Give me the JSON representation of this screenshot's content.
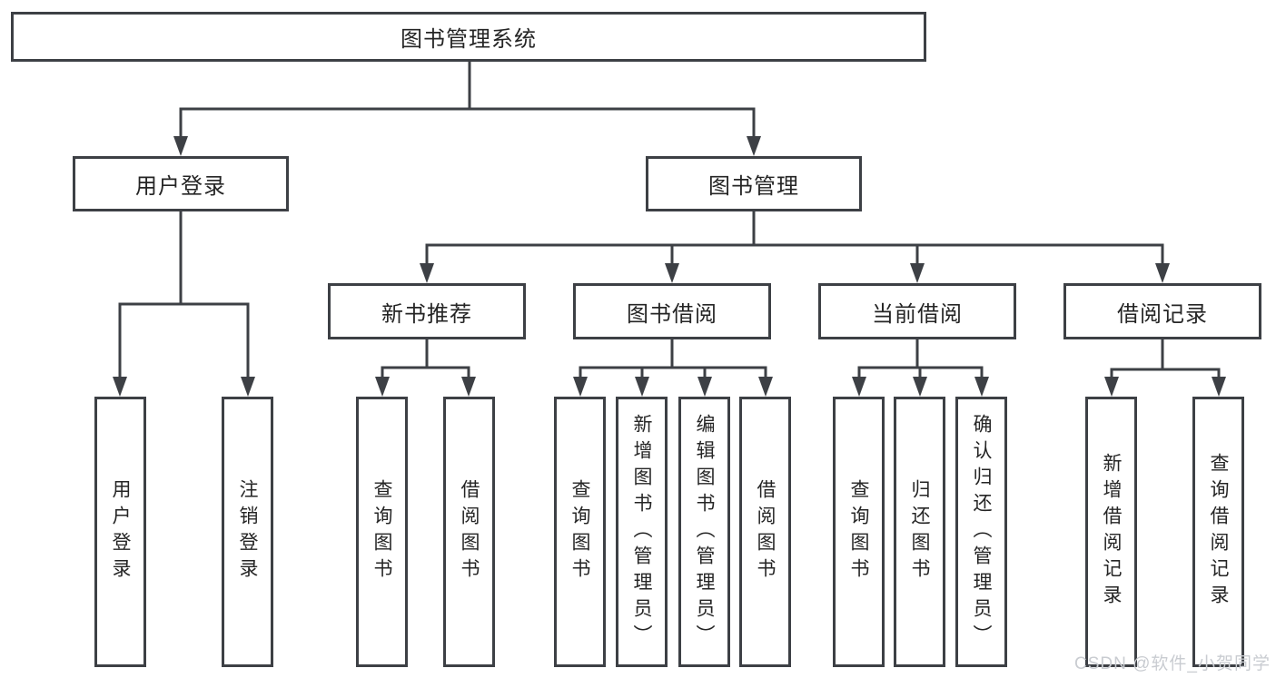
{
  "diagram": {
    "root": {
      "label": "图书管理系统"
    },
    "branches": [
      {
        "label": "用户登录",
        "children": [
          {
            "label": "用户登录"
          },
          {
            "label": "注销登录"
          }
        ]
      },
      {
        "label": "图书管理",
        "children": [
          {
            "label": "新书推荐",
            "children": [
              {
                "label": "查询图书"
              },
              {
                "label": "借阅图书"
              }
            ]
          },
          {
            "label": "图书借阅",
            "children": [
              {
                "label": "查询图书"
              },
              {
                "label": "新增图书（管理员）"
              },
              {
                "label": "编辑图书（管理员）"
              },
              {
                "label": "借阅图书"
              }
            ]
          },
          {
            "label": "当前借阅",
            "children": [
              {
                "label": "查询图书"
              },
              {
                "label": "归还图书"
              },
              {
                "label": "确认归还（管理员）"
              }
            ]
          },
          {
            "label": "借阅记录",
            "children": [
              {
                "label": "新增借阅记录"
              },
              {
                "label": "查询借阅记录"
              }
            ]
          }
        ]
      }
    ]
  },
  "watermark": {
    "text": "CSDN @软件_小贺同学"
  },
  "colors": {
    "line": "#3d4045",
    "text": "#252525",
    "background": "#ffffff",
    "watermark": "#c9ccd1"
  }
}
